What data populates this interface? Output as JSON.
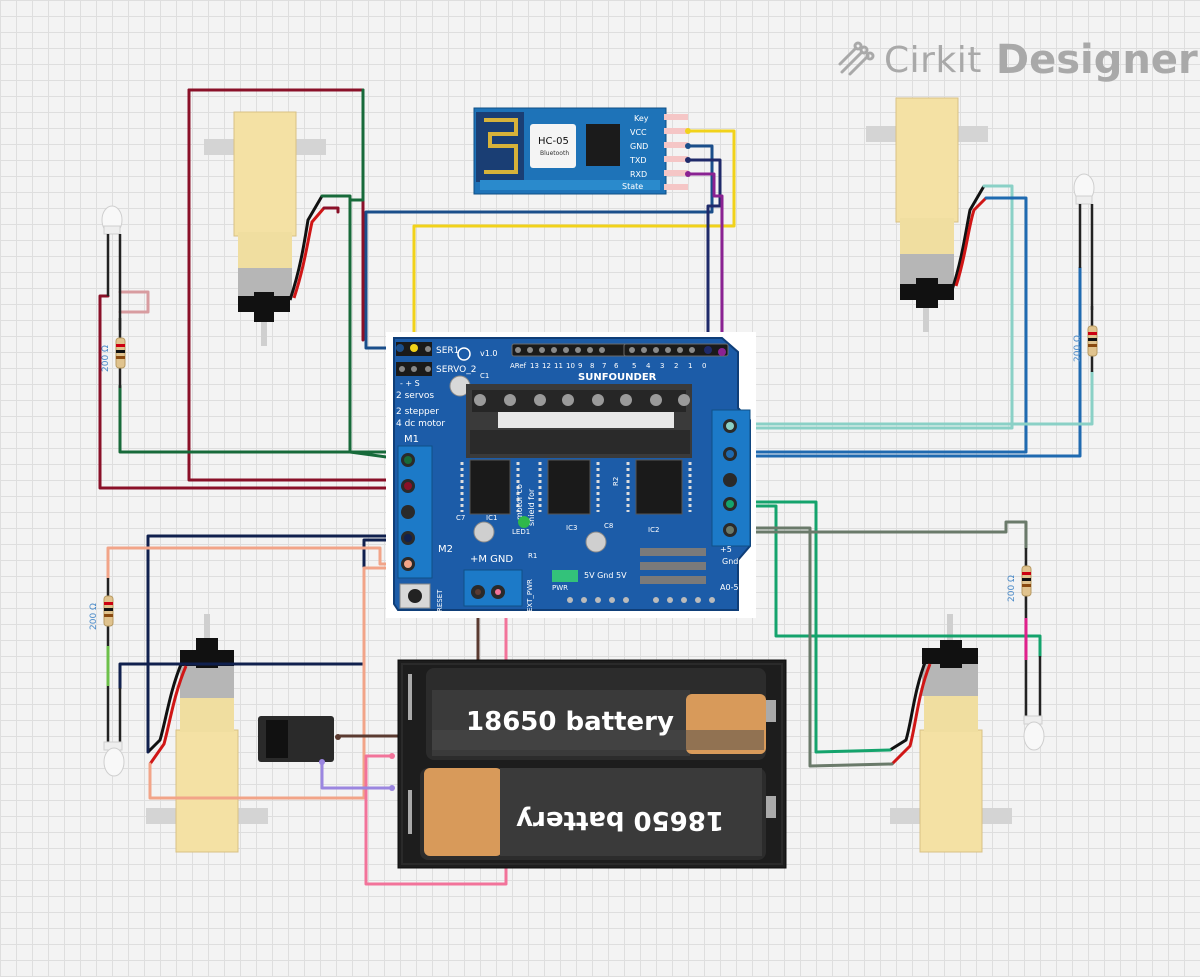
{
  "brand": {
    "word1": "Cirkit",
    "word2": "Designer",
    "logo_icon": "cirkit-logo-icon"
  },
  "bluetooth": {
    "title": "HC-05",
    "subtitle": "Bluetooth",
    "pins": [
      "Key",
      "VCC",
      "GND",
      "TXD",
      "RXD",
      "State"
    ]
  },
  "shield": {
    "brand": "SUNFOUNDER",
    "version": "v1.0",
    "ser1": "SER1",
    "servo2": "SERVO_2",
    "servo_pol": "- + S",
    "caps": [
      "2 servos",
      "2 stepper",
      "4 dc motor"
    ],
    "m1": "M1",
    "m2": "M2",
    "motor_text": [
      "motor co",
      "shield for"
    ],
    "ics": [
      "IC1",
      "IC2",
      "IC3"
    ],
    "c1": "C1",
    "c7": "C7",
    "c8": "C8",
    "led1": "LED1",
    "r1": "R1",
    "r2": "R2",
    "m_gnd": "+M  GND",
    "pwr": "PWR",
    "power_row": "5V Gnd 5V",
    "plus5": "+5",
    "gnd": "Gnd",
    "a05": "A0-5",
    "reset": "RESET",
    "ext_pwr": "EXT_PWR",
    "aref": "ARef",
    "pin_numbers": [
      "13",
      "12",
      "11",
      "10",
      "9",
      "8",
      "7",
      "6",
      "5",
      "4",
      "3",
      "2",
      "1",
      "0"
    ]
  },
  "resistors": [
    {
      "label": "200 Ω"
    },
    {
      "label": "200 Ω"
    },
    {
      "label": "200 Ω"
    }
  ],
  "batteries": [
    {
      "label": "18650 battery"
    },
    {
      "label": "18650 battery"
    }
  ]
}
